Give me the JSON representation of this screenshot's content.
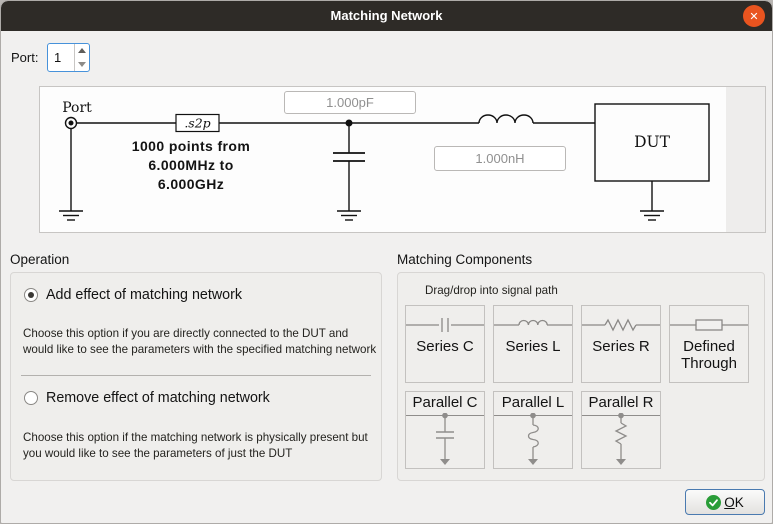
{
  "window": {
    "title": "Matching Network",
    "close_glyph": "✕"
  },
  "port_row": {
    "label": "Port:",
    "value": "1"
  },
  "circuit": {
    "port_label": "Port",
    "s2p_box": ".s2p",
    "sweep_line1": "1000 points from",
    "sweep_line2": "6.000MHz to",
    "sweep_line3": "6.000GHz",
    "series_c_value": "1.000pF",
    "series_l_value": "1.000nH",
    "dut_label": "DUT"
  },
  "operation": {
    "heading": "Operation",
    "options": [
      {
        "label": "Add effect of matching network",
        "selected": true,
        "description": "Choose this option if you are directly connected to the DUT and would like to see the parameters with the specified matching network"
      },
      {
        "label": "Remove effect of matching network",
        "selected": false,
        "description": "Choose this option if the matching network is physically present but you would like to see the parameters of just the DUT"
      }
    ]
  },
  "matching_components": {
    "heading": "Matching Components",
    "hint": "Drag/drop into signal path",
    "series_items": [
      {
        "label": "Series C"
      },
      {
        "label": "Series L"
      },
      {
        "label": "Series R"
      },
      {
        "label": "Defined Through"
      }
    ],
    "parallel_items": [
      {
        "label": "Parallel C"
      },
      {
        "label": "Parallel L"
      },
      {
        "label": "Parallel R"
      }
    ]
  },
  "footer": {
    "ok_underlined": "O",
    "ok_rest": "K"
  },
  "colors": {
    "titlebar": "#2e2b27",
    "close_button": "#e9541f",
    "focus_accent": "#4792da",
    "ok_check_green": "#2a9d38",
    "dialog_bg": "#f1f0ef"
  }
}
